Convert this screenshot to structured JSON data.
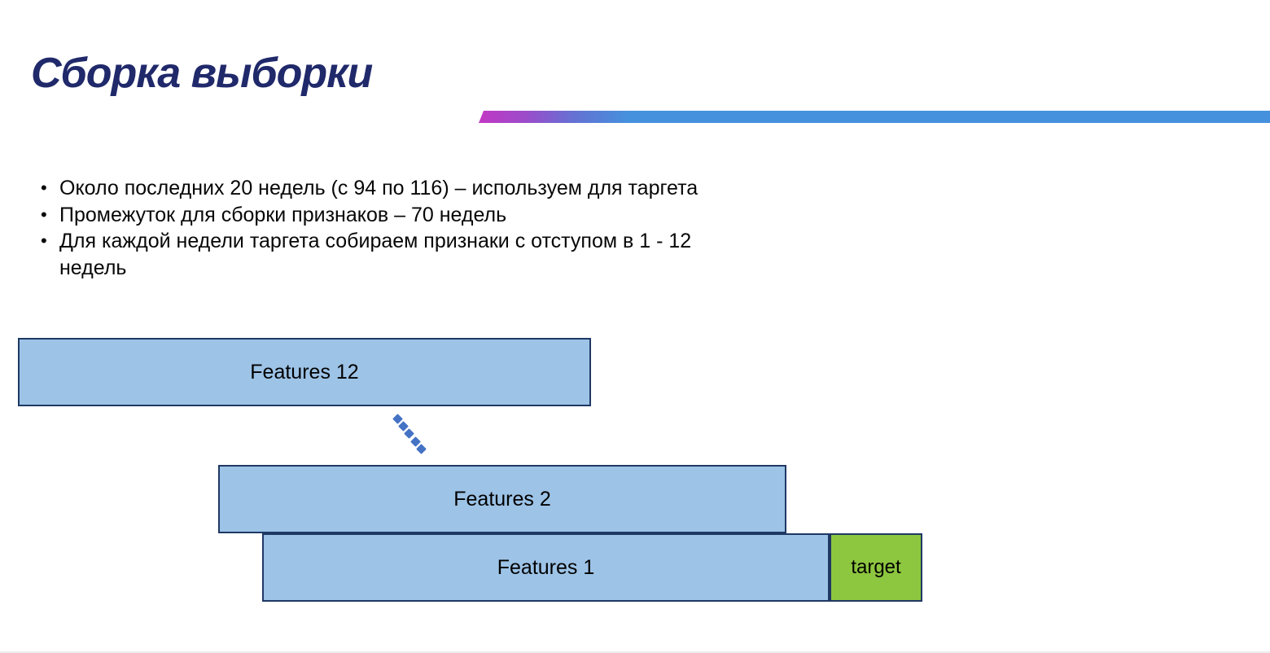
{
  "slide": {
    "title": "Сборка выборки",
    "bullets": [
      "Около последних 20 недель (с 94 по 116) – используем для таргета",
      "Промежуток для сборки признаков – 70 недель",
      "Для каждой недели таргета собираем признаки с отступом в 1 - 12 недель"
    ],
    "diagram": {
      "features12_label": "Features 12",
      "features2_label": "Features 2",
      "features1_label": "Features 1",
      "target_label": "target"
    },
    "colors": {
      "title_text": "#20296a",
      "accent_bar_left": "#c238c4",
      "accent_bar_right": "#4591de",
      "feature_box_fill": "#9dc3e6",
      "feature_box_border": "#1f3864",
      "target_box_fill": "#8dc63f",
      "connector_dots": "#4472c4",
      "body_text": "#070707"
    }
  }
}
